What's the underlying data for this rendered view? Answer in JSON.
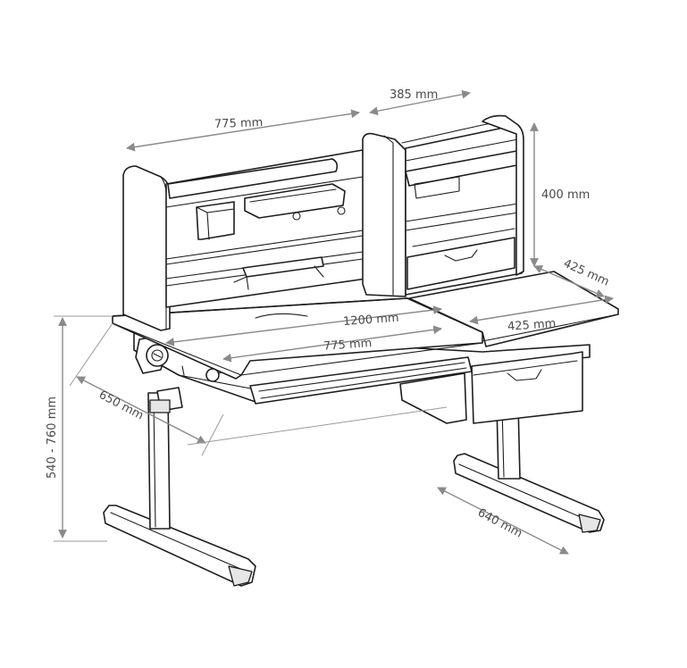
{
  "dimensions": {
    "shelf_width": "775 mm",
    "cabinet_width": "385 mm",
    "hutch_height": "400 mm",
    "side_top_depth": "425 mm",
    "side_top_width": "425 mm",
    "total_width": "1200 mm",
    "main_top_width": "775 mm",
    "desk_depth": "650 mm",
    "height_range": "540 - 760 mm",
    "base_depth": "640 mm"
  }
}
